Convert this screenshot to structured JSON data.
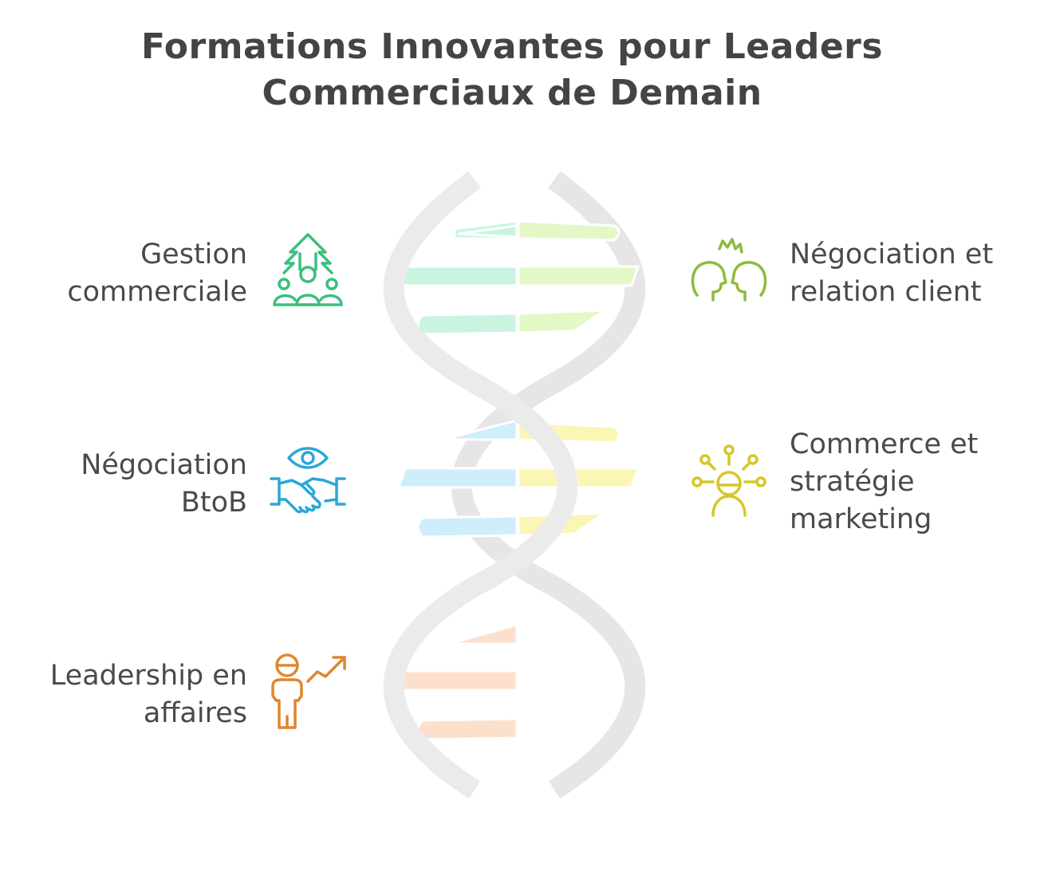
{
  "title": {
    "line1": "Formations Innovantes pour Leaders",
    "line2": "Commerciaux de Demain"
  },
  "items": [
    {
      "lines": [
        "Gestion",
        "commerciale"
      ],
      "icon": "team-growth-icon",
      "color": "#3cbf7e",
      "side": "left"
    },
    {
      "lines": [
        "Négociation et",
        "relation client"
      ],
      "icon": "two-heads-icon",
      "color": "#8cbc3a",
      "side": "right"
    },
    {
      "lines": [
        "Négociation",
        "BtoB"
      ],
      "icon": "handshake-eye-icon",
      "color": "#2aa7d9",
      "side": "left"
    },
    {
      "lines": [
        "Commerce et",
        "stratégie",
        "marketing"
      ],
      "icon": "strategy-person-icon",
      "color": "#d4c826",
      "side": "right"
    },
    {
      "lines": [
        "Leadership en",
        "affaires"
      ],
      "icon": "person-growth-icon",
      "color": "#e0862e",
      "side": "left"
    }
  ],
  "colors": {
    "helix": "#e8e8e8",
    "rung_green_left": "#c9f5df",
    "rung_green_right": "#e4f7c6",
    "rung_blue_left": "#cfeefb",
    "rung_yellow_right": "#fbf6b5",
    "rung_orange_left": "#fde0cc"
  }
}
